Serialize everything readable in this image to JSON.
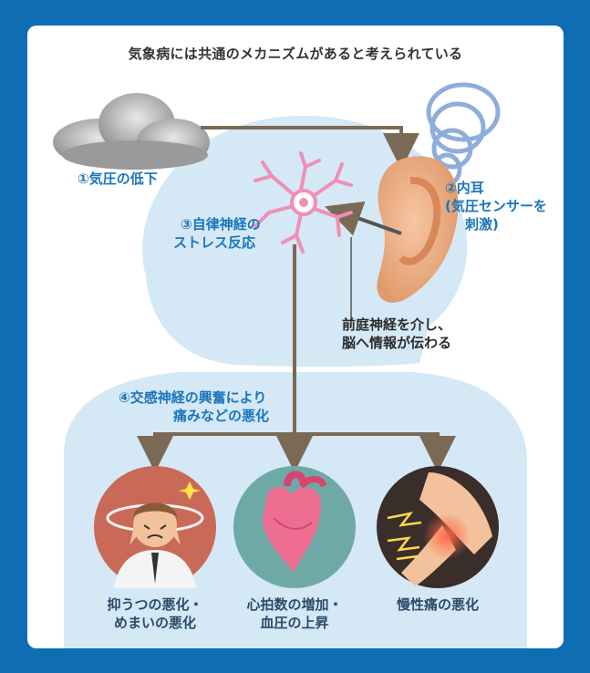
{
  "title": "気象病には共通のメカニズムがあると考えられている",
  "steps": {
    "pressure_drop": "①気圧の低下",
    "inner_ear_line1": "②内耳",
    "inner_ear_line2": "(気圧センサーを",
    "inner_ear_line3": "刺激)",
    "autonomic_line1": "③自律神経の",
    "autonomic_line2": "ストレス反応",
    "vestibular_line1": "前庭神経を介し、",
    "vestibular_line2": "脳へ情報が伝わる",
    "sympathetic_line1": "④交感神経の興奮により",
    "sympathetic_line2": "痛みなどの悪化"
  },
  "outcomes": [
    {
      "line1": "抑うつの悪化・",
      "line2": "めまいの悪化",
      "icon": "dizzy-person-icon"
    },
    {
      "line1": "心拍数の増加・",
      "line2": "血圧の上昇",
      "icon": "heart-icon"
    },
    {
      "line1": "慢性痛の悪化",
      "line2": "",
      "icon": "joint-pain-icon"
    }
  ],
  "colors": {
    "frame": "#0e6db3",
    "head_bg": "#d4e8f5",
    "label_blue": "#1b75bb",
    "arrow_brown": "#7a6a55"
  }
}
